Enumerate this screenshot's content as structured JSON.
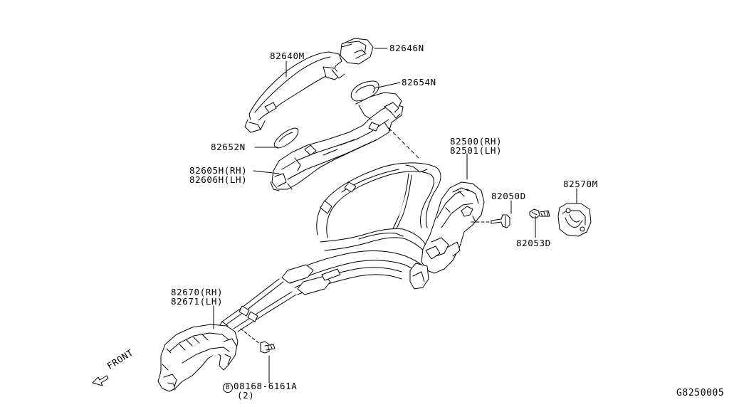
{
  "labels": {
    "p82640M": "82640M",
    "p82646N": "82646N",
    "p82654N": "82654N",
    "p82652N": "82652N",
    "p82605H": "82605H(RH)",
    "p82606H": "82606H(LH)",
    "p82500": "82500(RH)",
    "p82501": "82501(LH)",
    "p82050D": "82050D",
    "p82570M": "82570M",
    "p82053D": "82053D",
    "p82670": "82670(RH)",
    "p82671": "82671(LH)",
    "bolt_marker": "B",
    "bolt_part": "08168-6161A",
    "bolt_qty": "(2)",
    "front": "FRONT",
    "diagram_code": "G8250005"
  }
}
